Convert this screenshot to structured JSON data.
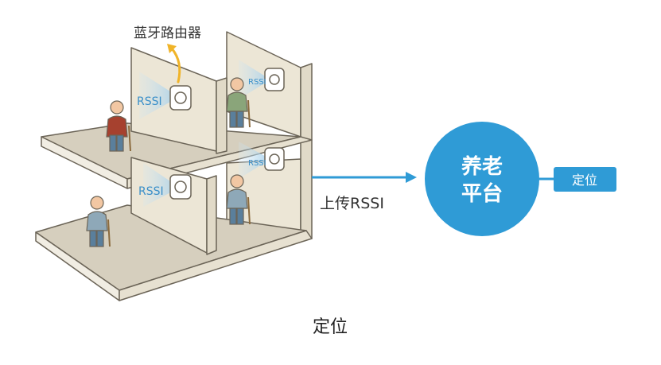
{
  "labels": {
    "router": "蓝牙路由器",
    "rssi": "RSSI",
    "upload": "上传RSSI",
    "platform_line1": "养老",
    "platform_line2": "平台",
    "locate_box": "定位",
    "caption": "定位"
  },
  "colors": {
    "floor_top": "#d6cfbe",
    "floor_edge": "#f1ede3",
    "wall_face": "#ece6d6",
    "outline": "#6b6457",
    "beam": "#cfe6f4",
    "rssi_text": "#3a8fc9",
    "arrow_blue": "#2f9bd6",
    "platform": "#2f9bd6",
    "router_arrow": "#f0b429"
  },
  "icons": {
    "router": "router-icon",
    "person": "elderly-person-icon",
    "signal": "signal-waves-icon",
    "arrow": "arrow-right-icon"
  }
}
